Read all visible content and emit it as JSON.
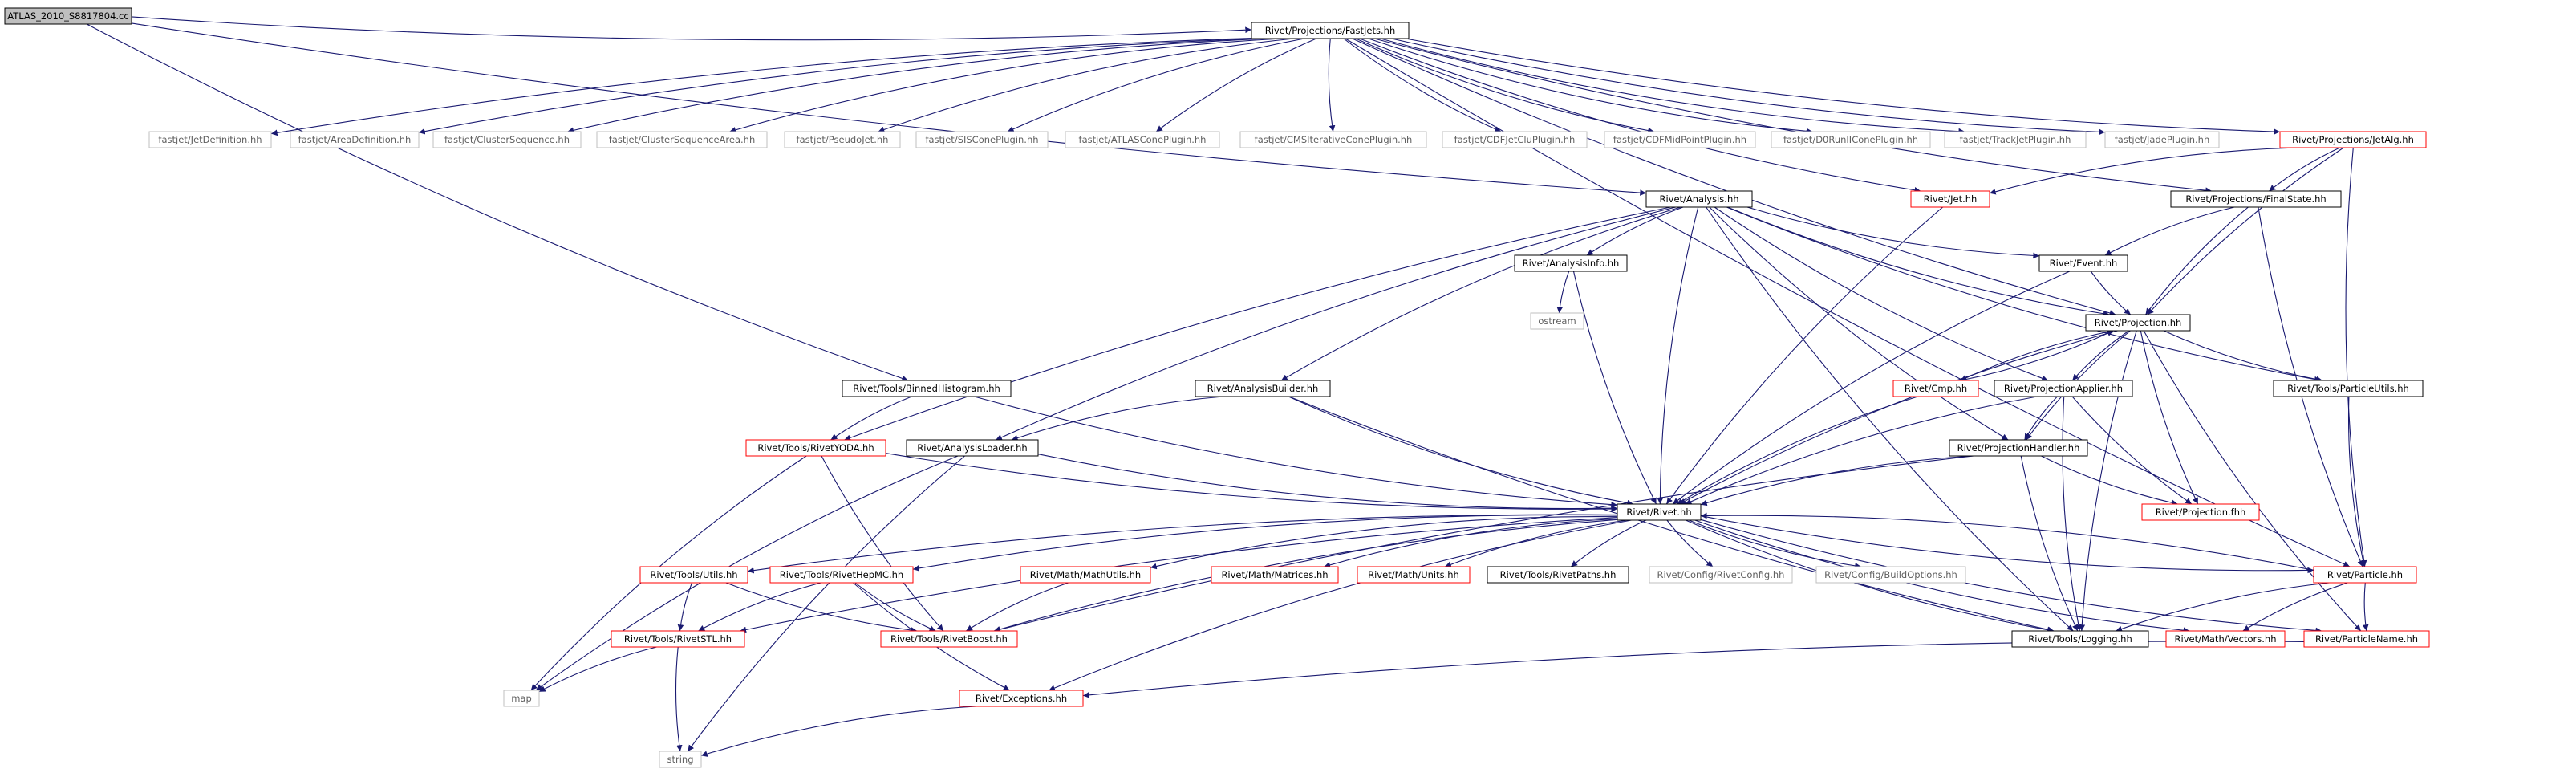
{
  "graph": {
    "colors": {
      "edge": "#191970",
      "box_black": "#000000",
      "box_red": "#ff0000",
      "box_gray": "#bfbfbf",
      "root_fill": "#bfbfbf",
      "text_normal": "#000000",
      "text_external": "#5f5f5f"
    },
    "nodes": [
      {
        "id": "atlas",
        "label": "ATLAS_2010_S8817804.cc",
        "style": "root"
      },
      {
        "id": "fastjets",
        "label": "Rivet/Projections/FastJets.hh",
        "style": "black"
      },
      {
        "id": "jetdef",
        "label": "fastjet/JetDefinition.hh",
        "style": "gray"
      },
      {
        "id": "areadef",
        "label": "fastjet/AreaDefinition.hh",
        "style": "gray"
      },
      {
        "id": "clusterseq",
        "label": "fastjet/ClusterSequence.hh",
        "style": "gray"
      },
      {
        "id": "clusterseqarea",
        "label": "fastjet/ClusterSequenceArea.hh",
        "style": "gray"
      },
      {
        "id": "pseudojet",
        "label": "fastjet/PseudoJet.hh",
        "style": "gray"
      },
      {
        "id": "siscone",
        "label": "fastjet/SISConePlugin.hh",
        "style": "gray"
      },
      {
        "id": "atlascone",
        "label": "fastjet/ATLASConePlugin.hh",
        "style": "gray"
      },
      {
        "id": "cmsiter",
        "label": "fastjet/CMSIterativeConePlugin.hh",
        "style": "gray"
      },
      {
        "id": "cdfjetclu",
        "label": "fastjet/CDFJetCluPlugin.hh",
        "style": "gray"
      },
      {
        "id": "cdfmid",
        "label": "fastjet/CDFMidPointPlugin.hh",
        "style": "gray"
      },
      {
        "id": "d0run2",
        "label": "fastjet/D0RunIIConePlugin.hh",
        "style": "gray"
      },
      {
        "id": "trackjet",
        "label": "fastjet/TrackJetPlugin.hh",
        "style": "gray"
      },
      {
        "id": "jade",
        "label": "fastjet/JadePlugin.hh",
        "style": "gray"
      },
      {
        "id": "jetalg",
        "label": "Rivet/Projections/JetAlg.hh",
        "style": "red"
      },
      {
        "id": "analysis",
        "label": "Rivet/Analysis.hh",
        "style": "black"
      },
      {
        "id": "jet",
        "label": "Rivet/Jet.hh",
        "style": "red"
      },
      {
        "id": "finalstate",
        "label": "Rivet/Projections/FinalState.hh",
        "style": "black"
      },
      {
        "id": "analysisinfo",
        "label": "Rivet/AnalysisInfo.hh",
        "style": "black"
      },
      {
        "id": "event",
        "label": "Rivet/Event.hh",
        "style": "black"
      },
      {
        "id": "ostream",
        "label": "ostream",
        "style": "gray"
      },
      {
        "id": "projection",
        "label": "Rivet/Projection.hh",
        "style": "black"
      },
      {
        "id": "binnedhisto",
        "label": "Rivet/Tools/BinnedHistogram.hh",
        "style": "black"
      },
      {
        "id": "analysisbuilder",
        "label": "Rivet/AnalysisBuilder.hh",
        "style": "black"
      },
      {
        "id": "cmp",
        "label": "Rivet/Cmp.hh",
        "style": "red"
      },
      {
        "id": "projapplier",
        "label": "Rivet/ProjectionApplier.hh",
        "style": "black"
      },
      {
        "id": "particleutils",
        "label": "Rivet/Tools/ParticleUtils.hh",
        "style": "black"
      },
      {
        "id": "rivetyoda",
        "label": "Rivet/Tools/RivetYODA.hh",
        "style": "red"
      },
      {
        "id": "analysisloader",
        "label": "Rivet/AnalysisLoader.hh",
        "style": "black"
      },
      {
        "id": "projhandler",
        "label": "Rivet/ProjectionHandler.hh",
        "style": "black"
      },
      {
        "id": "projfhh",
        "label": "Rivet/Projection.fhh",
        "style": "red"
      },
      {
        "id": "rivet",
        "label": "Rivet/Rivet.hh",
        "style": "black"
      },
      {
        "id": "utils",
        "label": "Rivet/Tools/Utils.hh",
        "style": "red"
      },
      {
        "id": "hepmc",
        "label": "Rivet/Tools/RivetHepMC.hh",
        "style": "red"
      },
      {
        "id": "mathutils",
        "label": "Rivet/Math/MathUtils.hh",
        "style": "red"
      },
      {
        "id": "matrices",
        "label": "Rivet/Math/Matrices.hh",
        "style": "red"
      },
      {
        "id": "units",
        "label": "Rivet/Math/Units.hh",
        "style": "red"
      },
      {
        "id": "rivetpaths",
        "label": "Rivet/Tools/RivetPaths.hh",
        "style": "black"
      },
      {
        "id": "rivetconfig",
        "label": "Rivet/Config/RivetConfig.hh",
        "style": "gray"
      },
      {
        "id": "buildoptions",
        "label": "Rivet/Config/BuildOptions.hh",
        "style": "gray"
      },
      {
        "id": "particle",
        "label": "Rivet/Particle.hh",
        "style": "red"
      },
      {
        "id": "rivetstl",
        "label": "Rivet/Tools/RivetSTL.hh",
        "style": "red"
      },
      {
        "id": "rivetboost",
        "label": "Rivet/Tools/RivetBoost.hh",
        "style": "red"
      },
      {
        "id": "logging",
        "label": "Rivet/Tools/Logging.hh",
        "style": "black"
      },
      {
        "id": "vectors",
        "label": "Rivet/Math/Vectors.hh",
        "style": "red"
      },
      {
        "id": "particlename",
        "label": "Rivet/ParticleName.hh",
        "style": "red"
      },
      {
        "id": "map",
        "label": "map",
        "style": "gray"
      },
      {
        "id": "exceptions",
        "label": "Rivet/Exceptions.hh",
        "style": "red"
      },
      {
        "id": "string",
        "label": "string",
        "style": "gray"
      }
    ],
    "edges": [
      [
        "atlas",
        "fastjets"
      ],
      [
        "atlas",
        "analysis"
      ],
      [
        "atlas",
        "binnedhisto"
      ],
      [
        "fastjets",
        "jetdef"
      ],
      [
        "fastjets",
        "areadef"
      ],
      [
        "fastjets",
        "clusterseq"
      ],
      [
        "fastjets",
        "clusterseqarea"
      ],
      [
        "fastjets",
        "pseudojet"
      ],
      [
        "fastjets",
        "siscone"
      ],
      [
        "fastjets",
        "atlascone"
      ],
      [
        "fastjets",
        "cmsiter"
      ],
      [
        "fastjets",
        "cdfjetclu"
      ],
      [
        "fastjets",
        "cdfmid"
      ],
      [
        "fastjets",
        "d0run2"
      ],
      [
        "fastjets",
        "trackjet"
      ],
      [
        "fastjets",
        "jade"
      ],
      [
        "fastjets",
        "jetalg"
      ],
      [
        "fastjets",
        "jet"
      ],
      [
        "fastjets",
        "finalstate"
      ],
      [
        "fastjets",
        "projection"
      ],
      [
        "fastjets",
        "particle"
      ],
      [
        "jetalg",
        "jet"
      ],
      [
        "jetalg",
        "finalstate"
      ],
      [
        "jetalg",
        "projection"
      ],
      [
        "jetalg",
        "particle"
      ],
      [
        "analysis",
        "analysisinfo"
      ],
      [
        "analysis",
        "event"
      ],
      [
        "analysis",
        "projection"
      ],
      [
        "analysis",
        "analysisbuilder"
      ],
      [
        "analysis",
        "projapplier"
      ],
      [
        "analysis",
        "particleutils"
      ],
      [
        "analysis",
        "rivetyoda"
      ],
      [
        "analysis",
        "analysisloader"
      ],
      [
        "analysis",
        "projhandler"
      ],
      [
        "analysis",
        "rivet"
      ],
      [
        "analysis",
        "logging"
      ],
      [
        "jet",
        "rivet"
      ],
      [
        "finalstate",
        "event"
      ],
      [
        "finalstate",
        "projection"
      ],
      [
        "finalstate",
        "particle"
      ],
      [
        "analysisinfo",
        "ostream"
      ],
      [
        "analysisinfo",
        "rivet"
      ],
      [
        "event",
        "projection"
      ],
      [
        "event",
        "rivet"
      ],
      [
        "projection",
        "cmp"
      ],
      [
        "projection",
        "projapplier"
      ],
      [
        "projection",
        "projhandler"
      ],
      [
        "projection",
        "particleutils"
      ],
      [
        "projection",
        "rivet"
      ],
      [
        "projection",
        "projfhh"
      ],
      [
        "projection",
        "logging"
      ],
      [
        "projection",
        "particlename"
      ],
      [
        "cmp",
        "projection"
      ],
      [
        "cmp",
        "rivet"
      ],
      [
        "binnedhisto",
        "rivetyoda"
      ],
      [
        "binnedhisto",
        "rivet"
      ],
      [
        "analysisbuilder",
        "analysisloader"
      ],
      [
        "analysisbuilder",
        "rivet"
      ],
      [
        "analysisbuilder",
        "logging"
      ],
      [
        "projapplier",
        "projhandler"
      ],
      [
        "projapplier",
        "rivet"
      ],
      [
        "projapplier",
        "projfhh"
      ],
      [
        "projapplier",
        "logging"
      ],
      [
        "particleutils",
        "particle"
      ],
      [
        "rivetyoda",
        "rivet"
      ],
      [
        "rivetyoda",
        "rivetboost"
      ],
      [
        "rivetyoda",
        "map"
      ],
      [
        "analysisloader",
        "rivet"
      ],
      [
        "analysisloader",
        "map"
      ],
      [
        "analysisloader",
        "string"
      ],
      [
        "projhandler",
        "rivet"
      ],
      [
        "projhandler",
        "projfhh"
      ],
      [
        "projhandler",
        "logging"
      ],
      [
        "projhandler",
        "rivetboost"
      ],
      [
        "rivet",
        "utils"
      ],
      [
        "rivet",
        "hepmc"
      ],
      [
        "rivet",
        "mathutils"
      ],
      [
        "rivet",
        "matrices"
      ],
      [
        "rivet",
        "units"
      ],
      [
        "rivet",
        "rivetpaths"
      ],
      [
        "rivet",
        "rivetconfig"
      ],
      [
        "rivet",
        "buildoptions"
      ],
      [
        "rivet",
        "particle"
      ],
      [
        "rivet",
        "rivetstl"
      ],
      [
        "rivet",
        "rivetboost"
      ],
      [
        "rivet",
        "logging"
      ],
      [
        "rivet",
        "vectors"
      ],
      [
        "rivet",
        "particlename"
      ],
      [
        "rivet",
        "exceptions"
      ],
      [
        "particle",
        "rivet"
      ],
      [
        "particle",
        "logging"
      ],
      [
        "particle",
        "vectors"
      ],
      [
        "particle",
        "particlename"
      ],
      [
        "utils",
        "rivetstl"
      ],
      [
        "utils",
        "rivetboost"
      ],
      [
        "hepmc",
        "rivetstl"
      ],
      [
        "hepmc",
        "rivetboost"
      ],
      [
        "hepmc",
        "exceptions"
      ],
      [
        "mathutils",
        "rivetboost"
      ],
      [
        "rivetstl",
        "map"
      ],
      [
        "rivetstl",
        "string"
      ],
      [
        "particlename",
        "exceptions"
      ],
      [
        "exceptions",
        "string"
      ]
    ]
  }
}
